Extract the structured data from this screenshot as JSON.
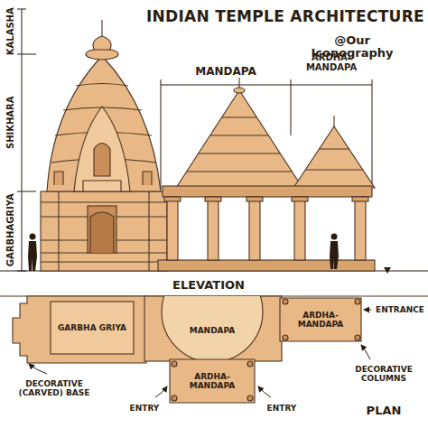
{
  "diagram": {
    "title": "INDIAN TEMPLE ARCHITECTURE",
    "nodes": [
      {
        "text": [
          "GARBHA GRIYA"
        ]
      },
      {
        "text": [
          "MANDAPA"
        ]
      },
      {
        "text": [
          "ARDHA- MANDAPA"
        ]
      },
      {
        "text": [
          "ARDHA- MANDAPA"
        ]
      }
    ],
    "labels": [
      "@Our Iconography",
      "KALASHA",
      "SHIKHARA",
      "GARBHAGRIYA",
      "MANDAPA",
      "ARDHA- MANDAPA",
      "ELEVATION",
      "ENTRANCE",
      "DECORATIVE (CARVED) BASE",
      "ENTRY",
      "ENTRY",
      "DECORATIVE COLUMNS",
      "PLAN"
    ]
  }
}
